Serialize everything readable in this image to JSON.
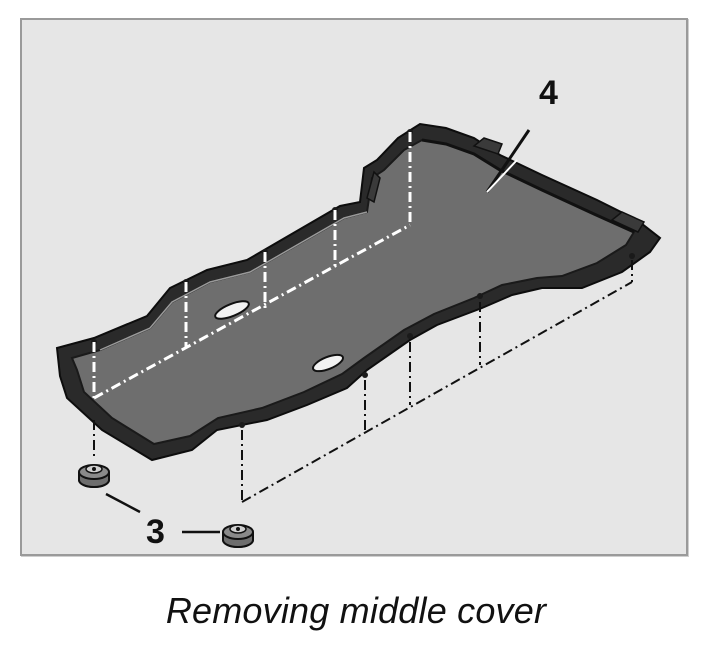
{
  "callouts": {
    "cover_number": "4",
    "nut_number": "3"
  },
  "caption": "Removing middle cover",
  "colors": {
    "panel_fill": "#6e6e6e",
    "panel_dark": "#2a2a2a",
    "background": "#e6e6e6",
    "line": "#111111"
  }
}
